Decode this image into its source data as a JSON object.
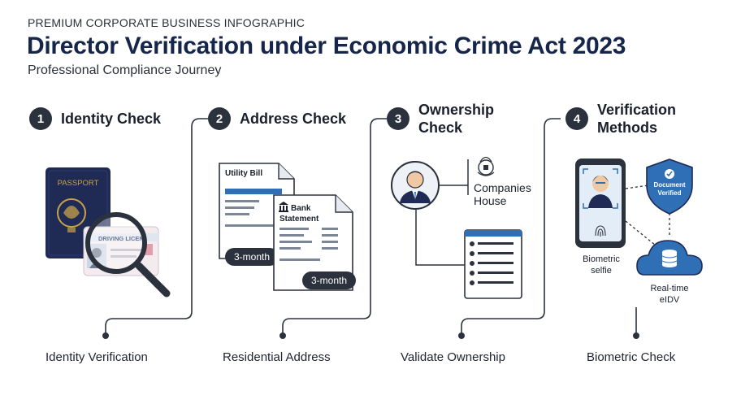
{
  "header": {
    "eyebrow": "PREMIUM CORPORATE BUSINESS INFOGRAPHIC",
    "title": "Director Verification under Economic Crime Act 2023",
    "subtitle": "Professional Compliance Journey"
  },
  "steps": [
    {
      "number": "1",
      "title_line1": "Identity Check",
      "title_line2": "",
      "caption": "Identity Verification"
    },
    {
      "number": "2",
      "title_line1": "Address Check",
      "title_line2": "",
      "caption": "Residential Address"
    },
    {
      "number": "3",
      "title_line1": "Ownership",
      "title_line2": "Check",
      "caption": "Validate Ownership"
    },
    {
      "number": "4",
      "title_line1": "Verification",
      "title_line2": "Methods",
      "caption": "Biometric Check"
    }
  ],
  "identity": {
    "passport_label": "PASSPORT",
    "licence_label": "DRIVING LICEN"
  },
  "address": {
    "utility_bill": "Utility Bill",
    "bank_line1": "Bank",
    "bank_line2": "Statement",
    "badge": "3-month"
  },
  "ownership": {
    "org_line1": "Companies",
    "org_line2": "House"
  },
  "verification": {
    "shield_line1": "Document",
    "shield_line2": "Verified",
    "selfie_line1": "Biometric",
    "selfie_line2": "selfie",
    "eidv_line1": "Real-time",
    "eidv_line2": "eIDV"
  },
  "colors": {
    "navy": "#16264a",
    "blue": "#2f6fb5",
    "passport": "#1f2a55",
    "gold": "#c8a24a",
    "dark": "#2c323d"
  }
}
